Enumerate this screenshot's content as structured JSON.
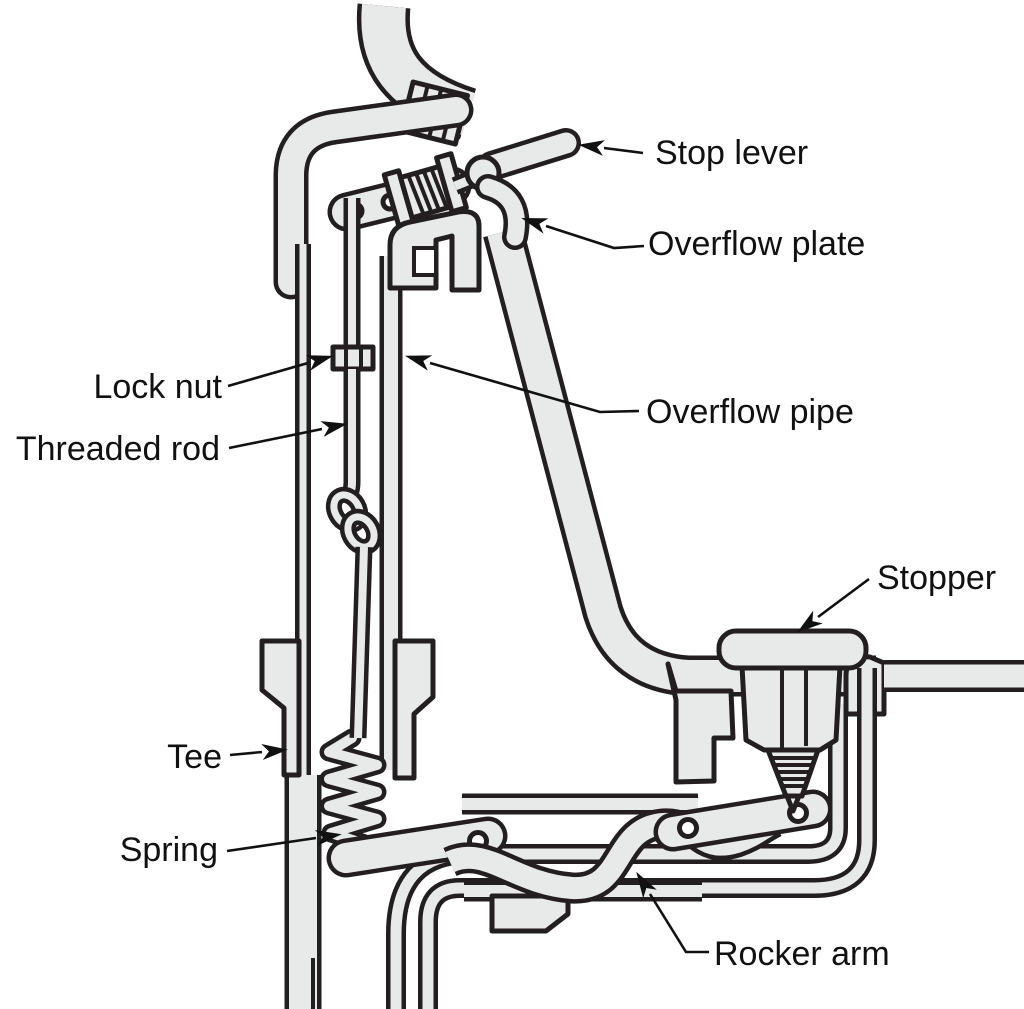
{
  "figure": {
    "kind": "cutaway line diagram",
    "subject": "Bathtub trip-lever drain assembly cross-section",
    "background_color": "#ffffff",
    "part_fill_color": "#e8e9e9",
    "outline_color": "#231f20",
    "label_color": "#111111"
  },
  "labels": [
    {
      "id": "stop-lever",
      "text": "Stop lever"
    },
    {
      "id": "overflow-plate",
      "text": "Overflow plate"
    },
    {
      "id": "lock-nut",
      "text": "Lock nut"
    },
    {
      "id": "threaded-rod",
      "text": "Threaded rod"
    },
    {
      "id": "overflow-pipe",
      "text": "Overflow pipe"
    },
    {
      "id": "stopper",
      "text": "Stopper"
    },
    {
      "id": "tee",
      "text": "Tee"
    },
    {
      "id": "spring",
      "text": "Spring"
    },
    {
      "id": "rocker-arm",
      "text": "Rocker arm"
    }
  ]
}
